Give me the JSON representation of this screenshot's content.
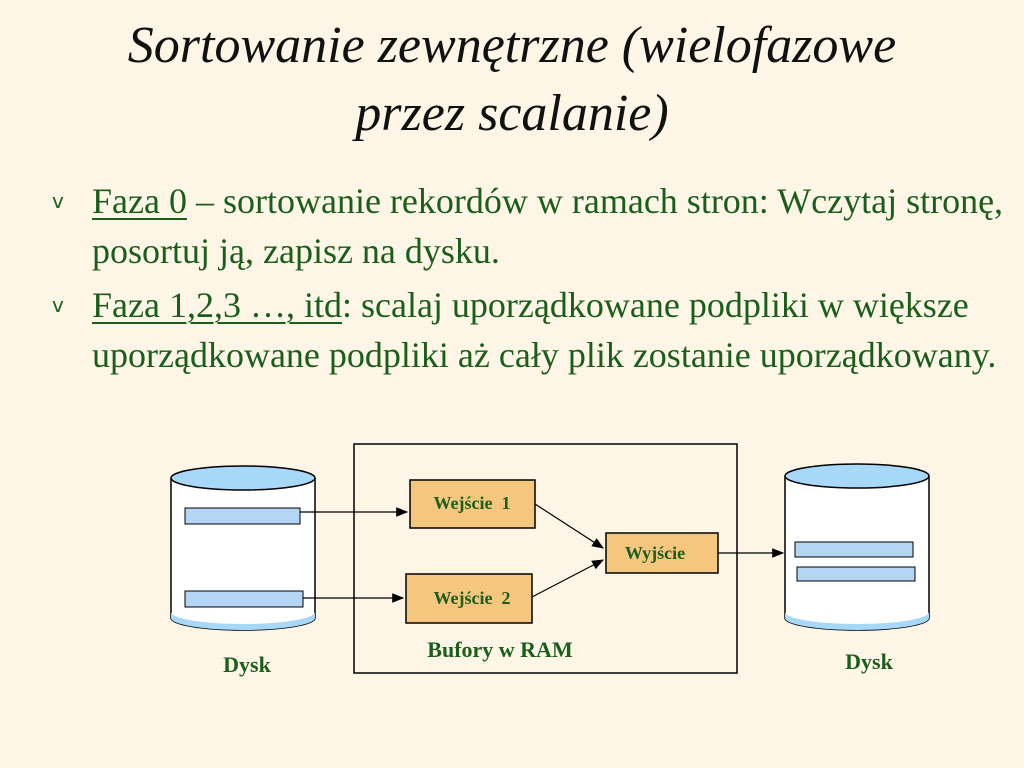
{
  "slide": {
    "title_line1": "Sortowanie zewnętrzne (wielofazowe",
    "title_line2": "przez scalanie)"
  },
  "bullets": [
    {
      "marker": "v",
      "term": "Faza 0",
      "text": " – sortowanie rekordów w ramach stron: Wczytaj stronę, posortuj ją, zapisz na dysku."
    },
    {
      "marker": "v",
      "term": "Faza 1,2,3 …, itd",
      "text": ": scalaj uporządkowane podpliki w większe uporządkowane podpliki aż cały plik zostanie uporządkowany."
    }
  ],
  "diagram": {
    "disk_left_label": "Dysk",
    "disk_right_label": "Dysk",
    "input1_label": "Wejście  1",
    "input2_label": "Wejście  2",
    "output_label": "Wyjście",
    "buffer_label": "Bufory w RAM"
  },
  "colors": {
    "background": "#fdf5e6",
    "bullet_text": "#1b5e1b",
    "buffer_fill": "#f5c77e",
    "disk_top": "#a8d8f8",
    "record_fill": "#b5d5f5"
  }
}
